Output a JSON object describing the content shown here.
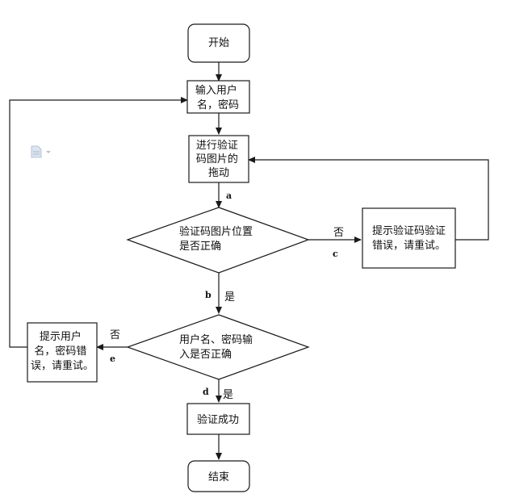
{
  "nodes": {
    "start": {
      "lines": [
        "开始"
      ]
    },
    "input": {
      "lines": [
        "输入用户",
        "名，密码"
      ]
    },
    "drag": {
      "lines": [
        "进行验证",
        "码图片的",
        "拖动"
      ]
    },
    "check_position": {
      "lines": [
        "验证码图片位置",
        "是否正确"
      ]
    },
    "captcha_error": {
      "lines": [
        "提示验证码验证",
        "错误，请重试。"
      ]
    },
    "check_credentials": {
      "lines": [
        "用户名、密码输",
        "入是否正确"
      ]
    },
    "credential_error": {
      "lines": [
        "提示用户",
        "名，密码错",
        "误，请重试。"
      ]
    },
    "success": {
      "lines": [
        "验证成功"
      ]
    },
    "end": {
      "lines": [
        "结束"
      ]
    }
  },
  "edges": {
    "a": {
      "letter": "a"
    },
    "b": {
      "letter": "b",
      "label": "是"
    },
    "c": {
      "letter": "c",
      "label": "否"
    },
    "d": {
      "letter": "d",
      "label": "是"
    },
    "e": {
      "letter": "e",
      "label": "否"
    }
  },
  "icons": {
    "document": "document-icon"
  }
}
